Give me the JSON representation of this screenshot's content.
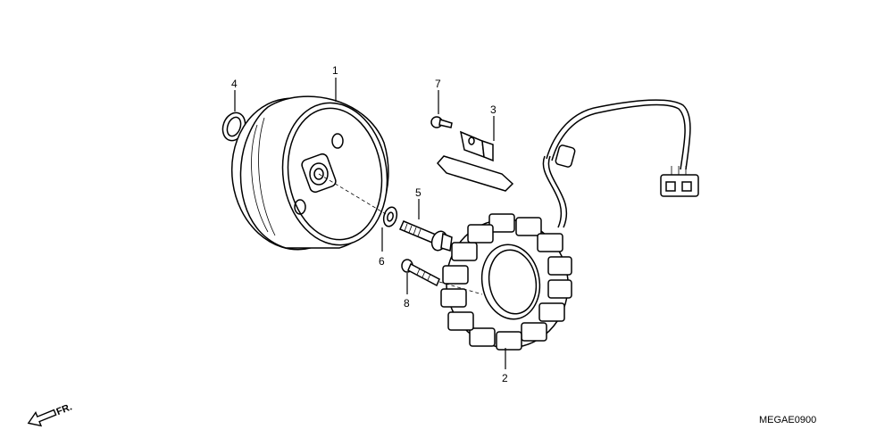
{
  "diagram": {
    "callouts": {
      "c1": "1",
      "c2": "2",
      "c3": "3",
      "c4": "4",
      "c5": "5",
      "c6": "6",
      "c7": "7",
      "c8": "8"
    },
    "direction_label": "FR.",
    "drawing_code": "MEGAE0900"
  }
}
